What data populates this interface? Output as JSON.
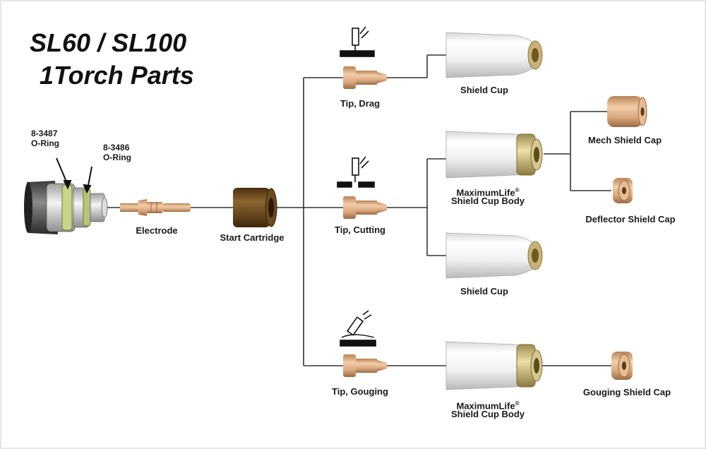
{
  "title": {
    "line1": "SL60 / SL100",
    "line2": "1Torch Parts"
  },
  "labels": {
    "oring_8_3487_num": "8-3487",
    "oring_8_3487_txt": "O-Ring",
    "oring_8_3486_num": "8-3486",
    "oring_8_3486_txt": "O-Ring",
    "electrode": "Electrode",
    "start_cartridge": "Start Cartridge",
    "tip_drag": "Tip, Drag",
    "tip_cutting": "Tip, Cutting",
    "tip_gouging": "Tip, Gouging",
    "shield_cup_drag": "Shield Cup",
    "maxlife_cutting_l1": "MaximumLife",
    "maxlife_cutting_reg": "®",
    "maxlife_cutting_l2": "Shield Cup Body",
    "shield_cup_cutting": "Shield Cup",
    "mech_shield_cap": "Mech Shield Cap",
    "deflector_shield_cap": "Deflector Shield Cap",
    "maxlife_gouging_l1": "MaximumLife",
    "maxlife_gouging_reg": "®",
    "maxlife_gouging_l2": "Shield Cup Body",
    "gouging_shield_cap": "Gouging Shield Cap"
  },
  "icons": [
    "torch-head-image",
    "electrode-part",
    "start-cartridge-part",
    "tip-part",
    "shield-cup-part",
    "shield-cup-body-part",
    "shield-cap-part",
    "drag-cutting-icon",
    "standoff-cutting-icon",
    "gouging-icon"
  ],
  "colors": {
    "copper": "#d9a77e",
    "brass": "#c8b27a",
    "cartridge": "#6e4a1c",
    "cup_white": "#ececec",
    "line": "#333333"
  }
}
